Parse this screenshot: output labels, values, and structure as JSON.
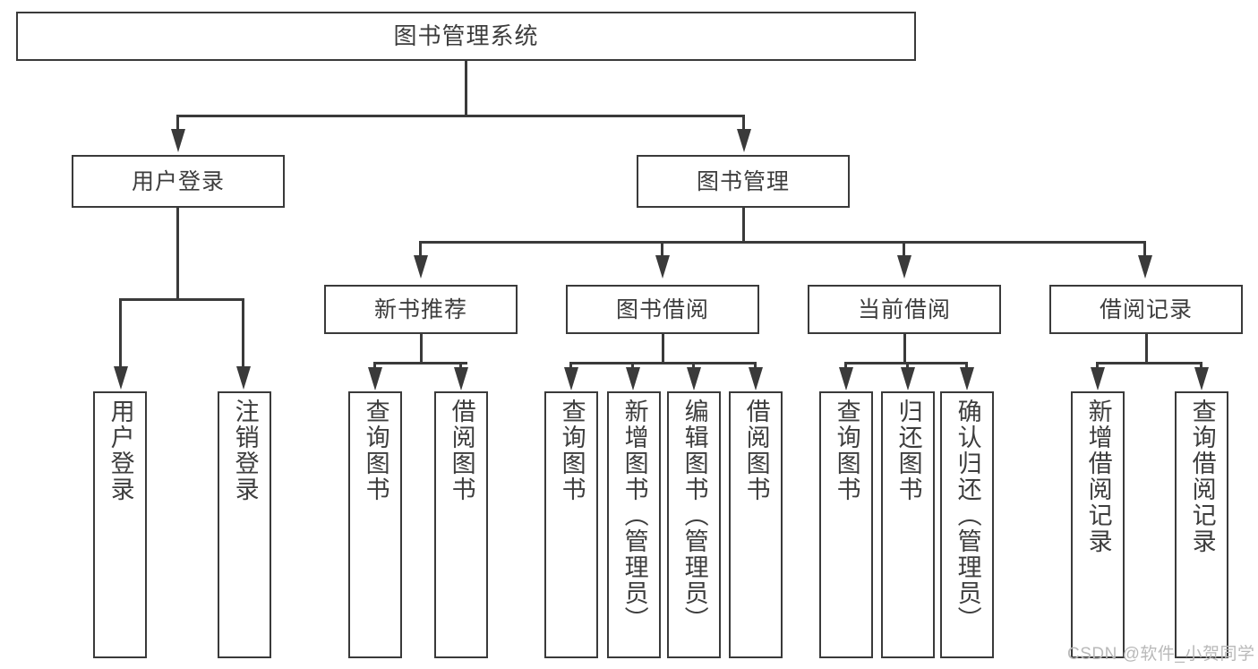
{
  "diagram": {
    "title": "图书管理系统",
    "type": "hierarchy-tree",
    "root": {
      "id": "root",
      "label": "图书管理系统",
      "orientation": "horizontal"
    },
    "level2": [
      {
        "id": "user-login",
        "label": "用户登录",
        "orientation": "horizontal"
      },
      {
        "id": "book-management",
        "label": "图书管理",
        "orientation": "horizontal"
      }
    ],
    "level3": [
      {
        "id": "new-book-recommend",
        "label": "新书推荐",
        "orientation": "horizontal",
        "parent": "book-management"
      },
      {
        "id": "book-borrow",
        "label": "图书借阅",
        "orientation": "horizontal",
        "parent": "book-management"
      },
      {
        "id": "current-borrow",
        "label": "当前借阅",
        "orientation": "horizontal",
        "parent": "book-management"
      },
      {
        "id": "borrow-record",
        "label": "借阅记录",
        "orientation": "horizontal",
        "parent": "book-management"
      }
    ],
    "leaves": [
      {
        "id": "leaf-user-login",
        "label": "用户登录",
        "parent": "user-login",
        "orientation": "vertical"
      },
      {
        "id": "leaf-logout-login",
        "label": "注销登录",
        "parent": "user-login",
        "orientation": "vertical"
      },
      {
        "id": "leaf-query-book-1",
        "label": "查询图书",
        "parent": "new-book-recommend",
        "orientation": "vertical"
      },
      {
        "id": "leaf-borrow-book-1",
        "label": "借阅图书",
        "parent": "new-book-recommend",
        "orientation": "vertical"
      },
      {
        "id": "leaf-query-book-2",
        "label": "查询图书",
        "parent": "book-borrow",
        "orientation": "vertical"
      },
      {
        "id": "leaf-add-book",
        "label": "新增图书（管理员）",
        "parent": "book-borrow",
        "orientation": "vertical"
      },
      {
        "id": "leaf-edit-book",
        "label": "编辑图书（管理员）",
        "parent": "book-borrow",
        "orientation": "vertical"
      },
      {
        "id": "leaf-borrow-book-2",
        "label": "借阅图书",
        "parent": "book-borrow",
        "orientation": "vertical"
      },
      {
        "id": "leaf-query-book-3",
        "label": "查询图书",
        "parent": "current-borrow",
        "orientation": "vertical"
      },
      {
        "id": "leaf-return-book",
        "label": "归还图书",
        "parent": "current-borrow",
        "orientation": "vertical"
      },
      {
        "id": "leaf-confirm-return",
        "label": "确认归还（管理员）",
        "parent": "current-borrow",
        "orientation": "vertical"
      },
      {
        "id": "leaf-add-record",
        "label": "新增借阅记录",
        "parent": "borrow-record",
        "orientation": "vertical"
      },
      {
        "id": "leaf-query-record",
        "label": "查询借阅记录",
        "parent": "borrow-record",
        "orientation": "vertical"
      }
    ],
    "colors": {
      "border": "#3a3a3a",
      "text": "#3d3d3d",
      "background": "#ffffff",
      "watermark": "#b9b9b9"
    }
  },
  "watermark": {
    "text": "CSDN @软件_小贺同学"
  }
}
